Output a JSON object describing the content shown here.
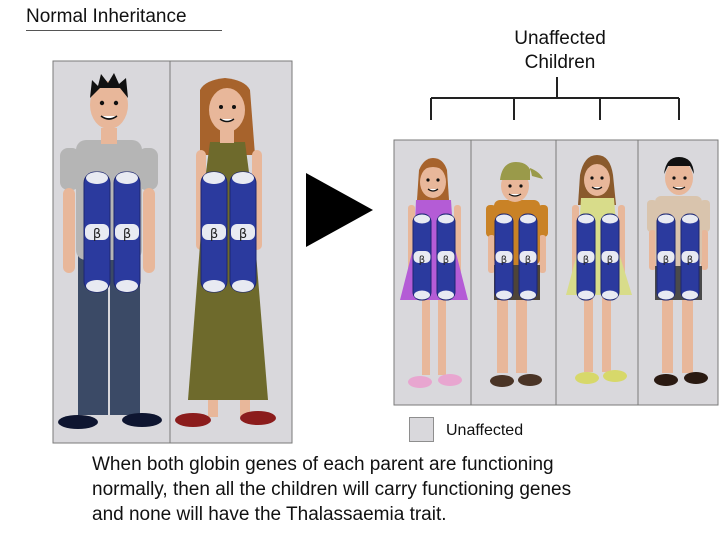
{
  "title": "Normal Inheritance",
  "children_label": [
    "Unaffected",
    "Children"
  ],
  "gene_symbol": "β",
  "legend": {
    "label": "Unaffected",
    "color": "#d9d8dc"
  },
  "caption": [
    "When both globin genes of each parent are functioning",
    "normally, then all the children will carry functioning genes",
    "and none will have the Thalassaemia trait."
  ],
  "colors": {
    "panel": "#d9d8dc",
    "chromosome": "#2b3a9e",
    "father_shirt": "#b5b5b5",
    "mother_dress": "#6e6a2c",
    "girl1_dress": "#b45cd6",
    "boy1_shirt": "#c98226",
    "girl2_dress": "#d8dc8a",
    "boy2_shirt": "#d9c4ad"
  }
}
